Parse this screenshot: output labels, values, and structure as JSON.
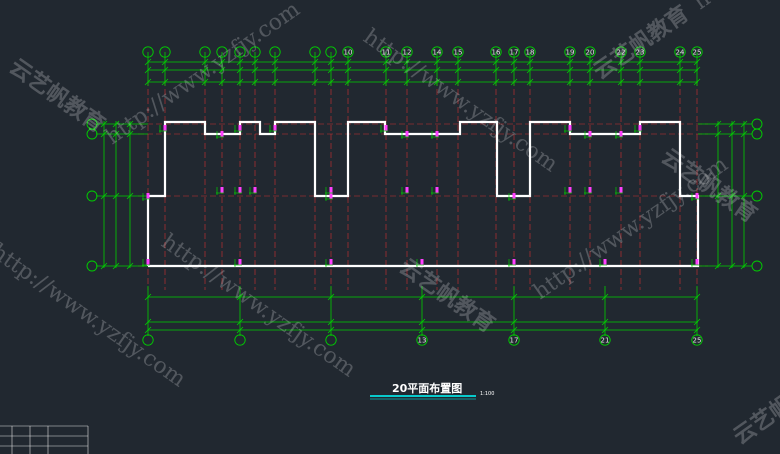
{
  "drawing": {
    "title": "20平面布置图",
    "scale": "1:100",
    "top_axes": [
      "",
      "",
      "",
      "",
      "",
      "",
      "",
      "",
      "",
      "10",
      "11",
      "12",
      "14",
      "15",
      "16",
      "17",
      "18",
      "19",
      "20",
      "22",
      "23",
      "24",
      "25"
    ],
    "bottom_axes": [
      "",
      "",
      "",
      "13",
      "",
      "17",
      "",
      "21",
      "25"
    ],
    "watermark_url": "http://www.yzfjy.com",
    "watermark_brand": "云艺帆教育"
  },
  "colors": {
    "background": "#212830",
    "wall": "#ffffff",
    "dimension": "#00e000",
    "axis": "#e03030",
    "title_underline": "#00ffff",
    "column": "#ff40ff"
  }
}
